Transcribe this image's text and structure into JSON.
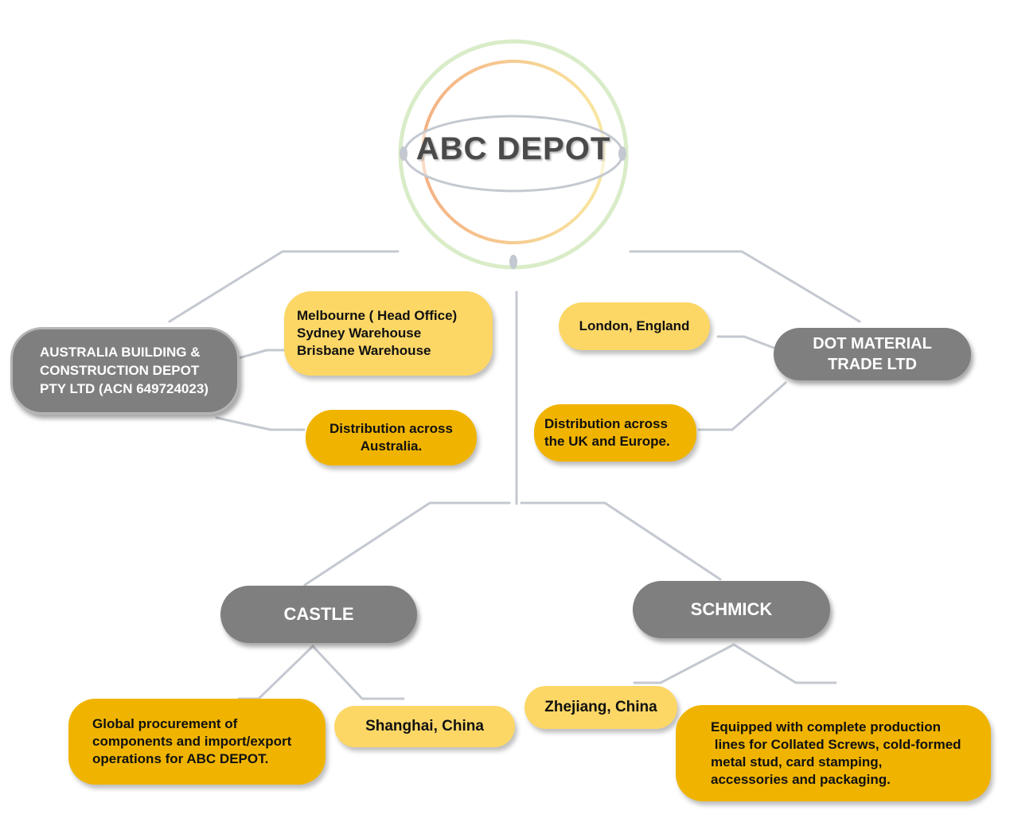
{
  "center": {
    "title": "ABC DEPOT"
  },
  "companies": {
    "australia": {
      "lines": [
        "AUSTRALIA BUILDING &",
        "CONSTRUCTION DEPOT",
        "PTY LTD (ACN 649724023)"
      ]
    },
    "dot": {
      "lines": [
        "DOT MATERIAL",
        "TRADE LTD"
      ]
    },
    "castle": {
      "name": "CASTLE"
    },
    "schmick": {
      "name": "SCHMICK"
    }
  },
  "details": {
    "australia_locations": [
      "Melbourne  ( Head Office)",
      "Sydney Warehouse",
      "Brisbane Warehouse"
    ],
    "australia_distribution": [
      "Distribution  across",
      "Australia."
    ],
    "dot_location": "London, England",
    "dot_distribution": [
      "Distribution  across",
      "the UK and Europe."
    ],
    "castle_role": [
      "Global procurement  of",
      "components and import/export",
      "operations  for ABC DEPOT."
    ],
    "castle_location": "Shanghai,  China",
    "schmick_location": "Zhejiang,  China",
    "schmick_capabilities": [
      "Equipped with complete production",
      " lines for Collated Screws, cold-formed",
      "metal stud, card stamping,",
      "accessories and packaging."
    ]
  },
  "colors": {
    "company_fill": "#7f7f7f",
    "detail_light": "#fcd766",
    "detail_dark": "#f0b400",
    "connector": "#c4c8d0",
    "ring_outer": "#d9ecc8",
    "ring_inner_start": "#f4b183",
    "ring_inner_end": "#f8e7a0"
  }
}
